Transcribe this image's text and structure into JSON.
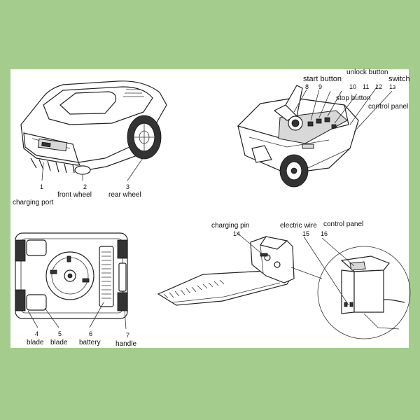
{
  "background_color": "#a3cc8d",
  "panel_color": "#ffffff",
  "view1": {
    "labels": [
      {
        "num": "1",
        "text": "charging port"
      },
      {
        "num": "2",
        "text": "front wheel"
      },
      {
        "num": "3",
        "text": "rear wheel"
      }
    ]
  },
  "view2": {
    "labels": [
      {
        "num": "8",
        "text": "start button"
      },
      {
        "num": "9",
        "text": "unlock button"
      },
      {
        "num": "10",
        "text": "stop button"
      },
      {
        "num": "11",
        "text": ""
      },
      {
        "num": "12",
        "text": "control panel"
      },
      {
        "num": "13",
        "text": "switch"
      }
    ],
    "num_13_rendered": "1з"
  },
  "view3": {
    "labels": [
      {
        "num": "4",
        "text": "blade"
      },
      {
        "num": "5",
        "text": "blade"
      },
      {
        "num": "6",
        "text": "battery"
      },
      {
        "num": "7",
        "text": "handle"
      }
    ]
  },
  "view4": {
    "labels": [
      {
        "num": "14",
        "text": "charging pin"
      },
      {
        "num": "15",
        "text": "electric wire"
      },
      {
        "num": "16",
        "text": "control panel"
      }
    ]
  }
}
